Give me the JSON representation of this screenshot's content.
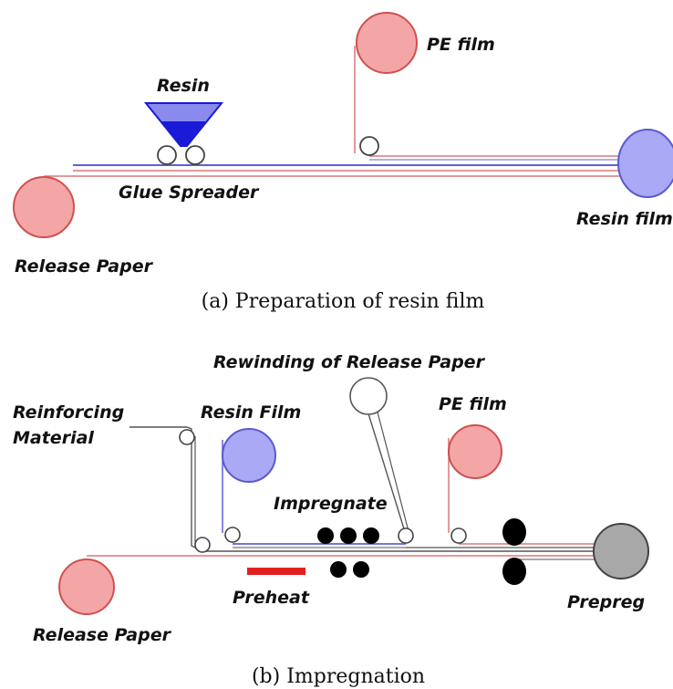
{
  "diagram_a": {
    "labels": {
      "pe_film": "PE film",
      "resin": "Resin",
      "glue_spreader": "Glue Spreader",
      "resin_film": "Resin film",
      "release_paper": "Release Paper"
    },
    "caption": "(a) Preparation of resin film"
  },
  "diagram_b": {
    "labels": {
      "rewinding": "Rewinding of Release Paper",
      "reinforcing_1": "Reinforcing",
      "reinforcing_2": "Material",
      "resin_film": "Resin Film",
      "pe_film": "PE film",
      "impregnate": "Impregnate",
      "preheat": "Preheat",
      "release_paper": "Release Paper",
      "prepreg": "Prepreg"
    },
    "caption": "(b) Impregnation"
  },
  "colors": {
    "release_paper": "#f4a6a6",
    "release_paper_stroke": "#d05050",
    "resin_blue": "#a9a9f5",
    "resin_blue_stroke": "#5a5ad0",
    "resin_dark": "#1a1ad8",
    "resin_light": "#8a8aee",
    "line_red": "#d87878",
    "line_blue": "#6060d8",
    "line_gray": "#555555",
    "preheat": "#e02020",
    "prepreg": "#a8a8a8",
    "roller_black": "#000000"
  }
}
